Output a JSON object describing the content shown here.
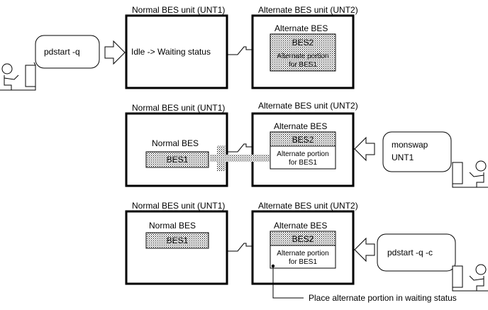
{
  "units": {
    "normal": "Normal BES unit (UNT1)",
    "alternate": "Alternate BES unit (UNT2)"
  },
  "panel1": {
    "command": "pdstart -q",
    "status": "Idle -> Waiting status",
    "alt_title": "Alternate BES",
    "bes2": "BES2",
    "alt_portion_1": "Alternate portion",
    "alt_portion_2": "for BES1"
  },
  "panel2": {
    "normal_title": "Normal BES",
    "bes1": "BES1",
    "alt_title": "Alternate BES",
    "bes2": "BES2",
    "alt_portion_1": "Alternate portion",
    "alt_portion_2": "for BES1",
    "command_1": "monswap",
    "command_2": "UNT1"
  },
  "panel3": {
    "normal_title": "Normal BES",
    "bes1": "BES1",
    "alt_title": "Alternate BES",
    "bes2": "BES2",
    "alt_portion_1": "Alternate portion",
    "alt_portion_2": "for BES1",
    "command": "pdstart -q -c",
    "note": "Place alternate portion in waiting status"
  }
}
